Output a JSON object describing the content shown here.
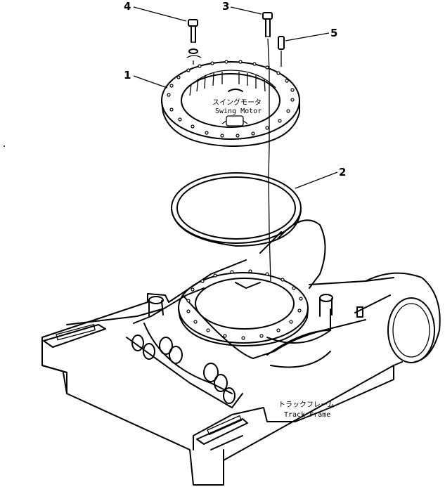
{
  "callouts": {
    "c1": "1",
    "c2": "2",
    "c3": "3",
    "c4": "4",
    "c5": "5"
  },
  "texts": {
    "swing_motor_jp": "スイングモータ",
    "swing_motor_en": "Swing Motor",
    "track_frame_jp": "トラックフレーム",
    "track_frame_en": "Track Frame"
  }
}
